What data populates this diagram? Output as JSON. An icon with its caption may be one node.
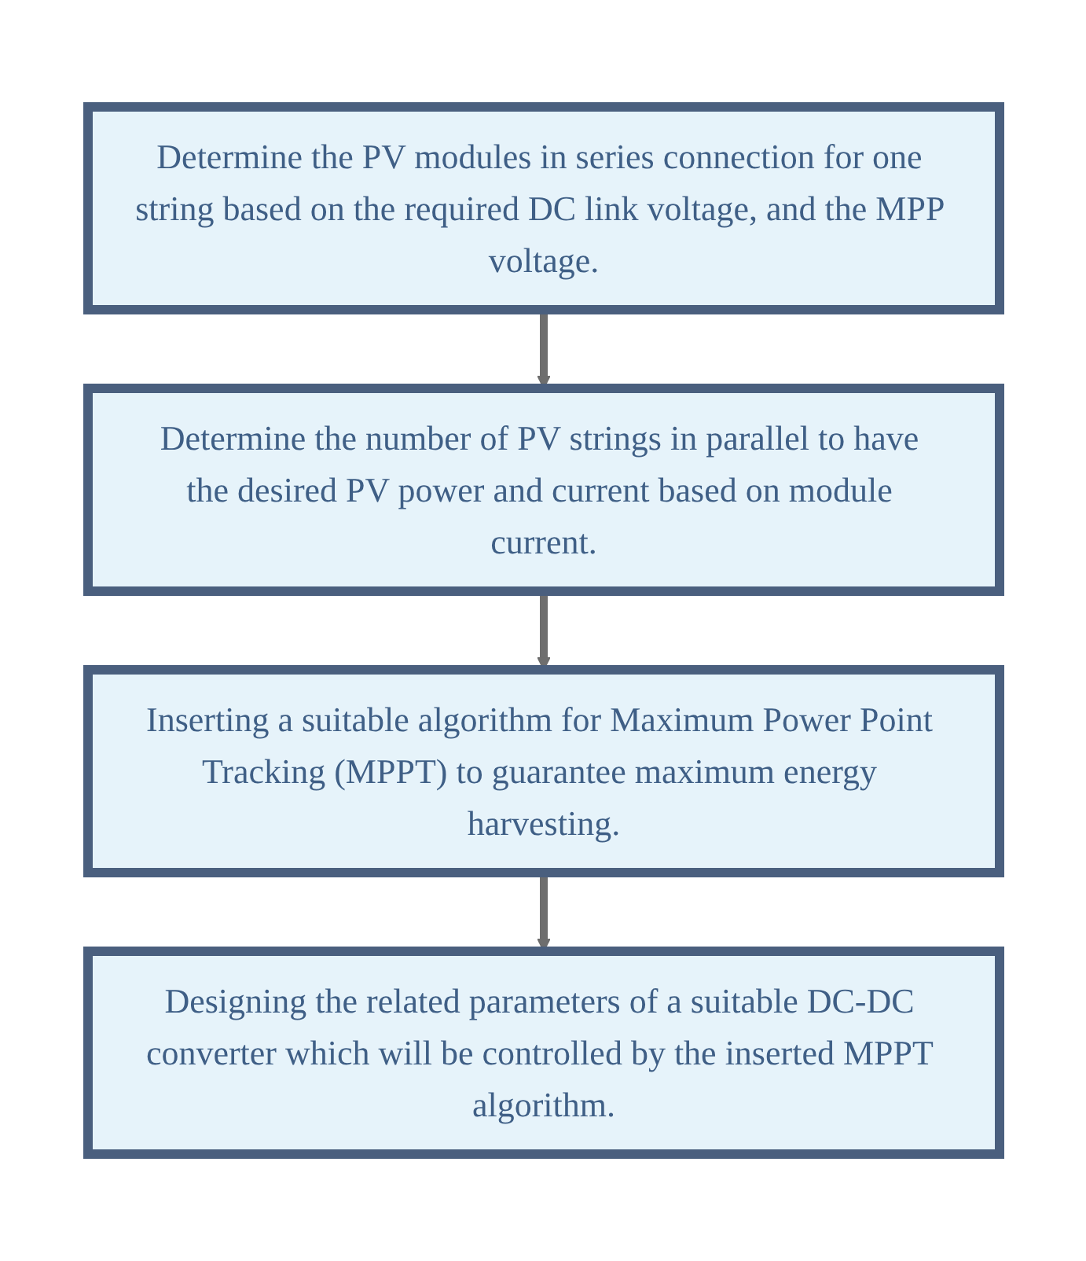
{
  "diagram": {
    "nodes": [
      {
        "text": [
          "Determine the PV modules in series connection for one string based on the required DC link voltage, and the MPP voltage."
        ]
      },
      {
        "text": [
          "Determine the number of PV strings in parallel to have the desired PV power and current based on module current."
        ]
      },
      {
        "text": [
          "Inserting a suitable algorithm for Maximum Power Point Tracking (MPPT) to guarantee maximum energy harvesting."
        ]
      },
      {
        "text": [
          "Designing the related parameters of a suitable DC-DC converter which will be controlled by the inserted MPPT algorithm."
        ]
      }
    ],
    "edges": [
      {
        "from": 0,
        "to": 1,
        "arrow": "to"
      },
      {
        "from": 1,
        "to": 2,
        "arrow": "to"
      },
      {
        "from": 2,
        "to": 3,
        "arrow": "to"
      }
    ]
  }
}
